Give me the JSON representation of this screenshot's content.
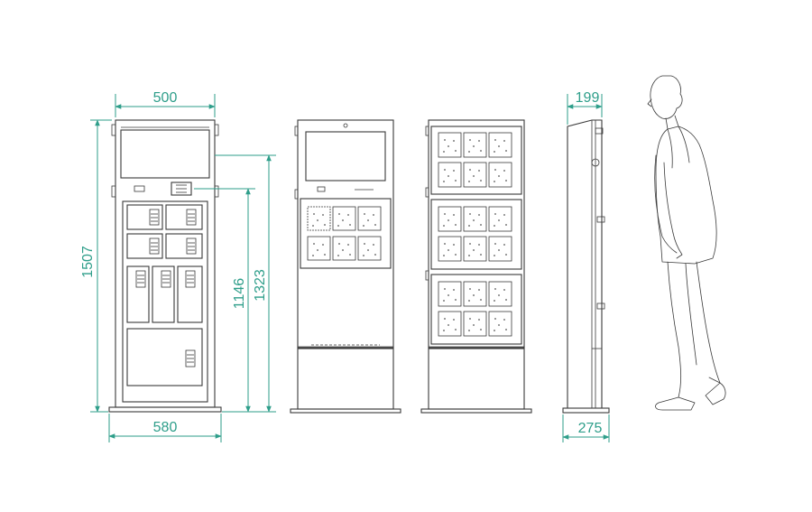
{
  "colors": {
    "dimension": "#2e9e8a",
    "linework": "#3a3a3a",
    "background": "#ffffff"
  },
  "dimensions": {
    "top_width": "500",
    "base_width": "580",
    "total_height": "1507",
    "screen_height": "1323",
    "lower_height": "1146",
    "side_top_depth": "199",
    "side_base_depth": "275"
  }
}
